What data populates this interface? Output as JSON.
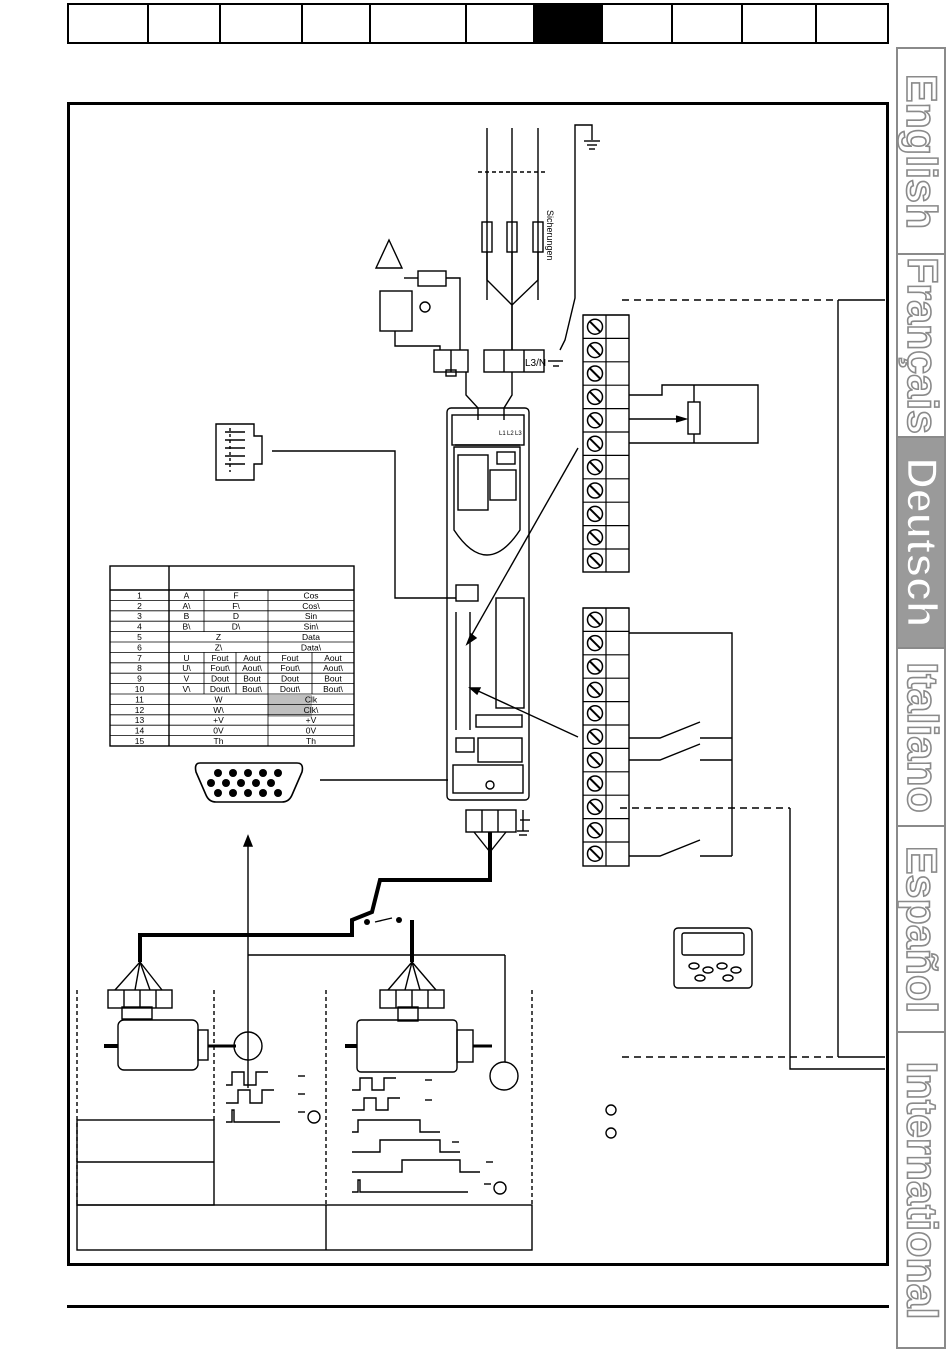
{
  "header_tabs": {
    "count": 11,
    "active_index": 6
  },
  "language_tabs": [
    {
      "label": "English",
      "active": false
    },
    {
      "label": "Français",
      "active": false
    },
    {
      "label": "Deutsch",
      "active": true
    },
    {
      "label": "Italiano",
      "active": false
    },
    {
      "label": "Español",
      "active": false
    },
    {
      "label": "International",
      "active": false
    }
  ],
  "diagram": {
    "fuse_label": "Sicherungen",
    "supply_terminal_label": "L3/N",
    "drive_terminal_labels": [
      "L1",
      "L2",
      "L3"
    ],
    "pinout_table": {
      "rows": [
        [
          "1",
          "A",
          "F",
          "Cos"
        ],
        [
          "2",
          "A\\",
          "F\\",
          "Cos\\"
        ],
        [
          "3",
          "B",
          "D",
          "Sin"
        ],
        [
          "4",
          "B\\",
          "D\\",
          "Sin\\"
        ],
        [
          "5",
          "Z",
          "",
          "Data"
        ],
        [
          "6",
          "Z\\",
          "",
          "Data\\"
        ],
        [
          "7",
          "U",
          "Fout",
          "Aout",
          "Fout",
          "Aout"
        ],
        [
          "8",
          "U\\",
          "Fout\\",
          "Aout\\",
          "Fout\\",
          "Aout\\"
        ],
        [
          "9",
          "V",
          "Dout",
          "Bout",
          "Dout",
          "Bout"
        ],
        [
          "10",
          "V\\",
          "Dout\\",
          "Bout\\",
          "Dout\\",
          "Bout\\"
        ],
        [
          "11",
          "W",
          "",
          "Clk"
        ],
        [
          "12",
          "W\\",
          "",
          "Clk\\"
        ],
        [
          "13",
          "+V",
          "",
          "+V"
        ],
        [
          "14",
          "0V",
          "",
          "0V"
        ],
        [
          "15",
          "Th",
          "",
          "Th"
        ]
      ]
    }
  },
  "colors": {
    "ink": "#000000",
    "tab_gray": "#8a8a8a",
    "active_tab": "#9a9a9a",
    "shade": "#bfbfbf"
  }
}
